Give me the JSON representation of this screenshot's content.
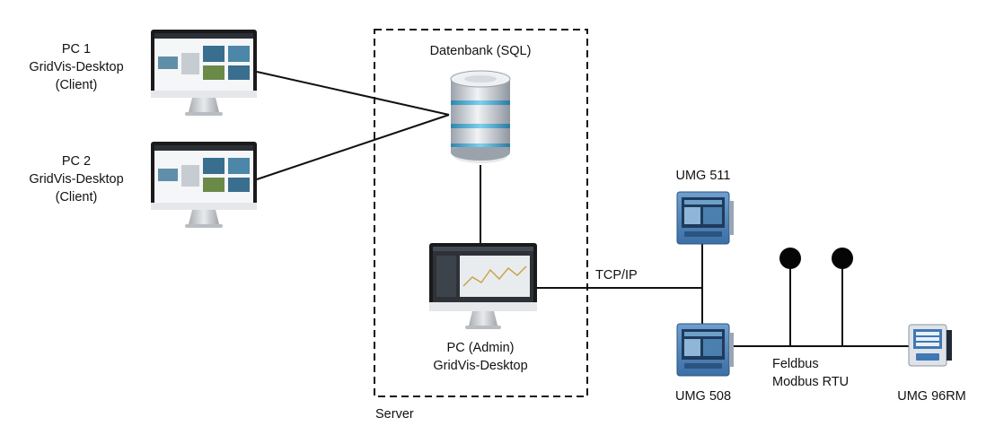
{
  "nodes": {
    "pc1": {
      "lines": [
        "PC 1",
        "GridVis-Desktop",
        "(Client)"
      ]
    },
    "pc2": {
      "lines": [
        "PC 2",
        "GridVis-Desktop",
        "(Client)"
      ]
    },
    "database": {
      "label": "Datenbank (SQL)"
    },
    "admin_pc": {
      "lines": [
        "PC (Admin)",
        "GridVis-Desktop"
      ]
    },
    "server": {
      "label": "Server"
    },
    "umg511": {
      "label": "UMG 511"
    },
    "umg508": {
      "label": "UMG 508"
    },
    "umg96rm": {
      "label": "UMG 96RM"
    }
  },
  "connections": {
    "tcpip": {
      "label": "TCP/IP"
    },
    "fieldbus": {
      "lines": [
        "Feldbus",
        "Modbus RTU"
      ]
    }
  },
  "colors": {
    "line": "#111111",
    "monitor_frame": "#1a1a1a",
    "monitor_stand": "#c7c9cc",
    "db_silver": "#d9dde2",
    "db_band": "#4aa3c9",
    "device_blue": "#3f78b5",
    "device_screen": "#1e3a5c"
  }
}
